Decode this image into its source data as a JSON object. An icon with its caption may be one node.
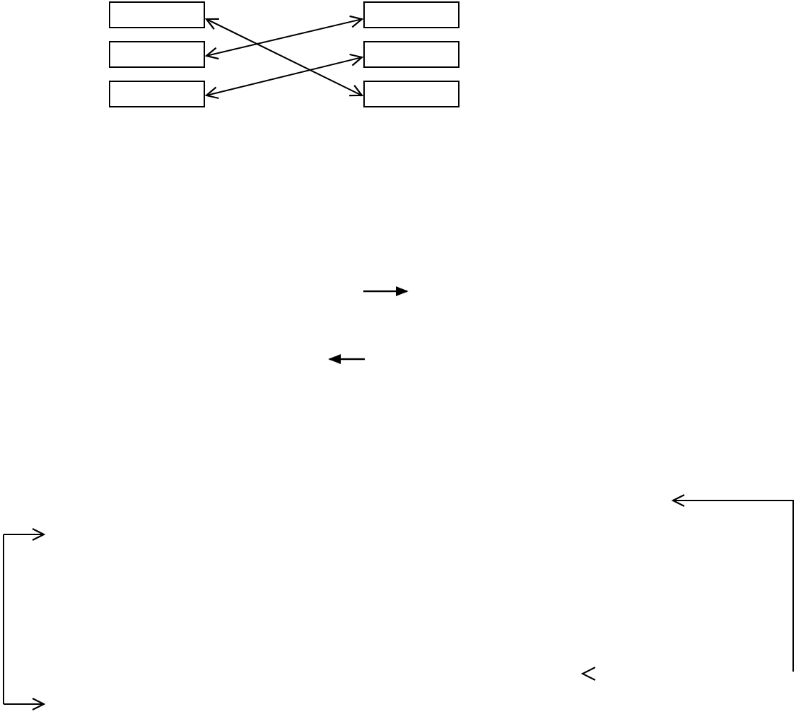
{
  "diagram": {
    "nodes": [
      {
        "text": [],
        "shape": "box"
      },
      {
        "text": [],
        "shape": "box"
      },
      {
        "text": [],
        "shape": "box"
      },
      {
        "text": [],
        "shape": "box"
      },
      {
        "text": [],
        "shape": "box"
      },
      {
        "text": [],
        "shape": "box"
      }
    ],
    "edges": [
      {
        "from": 0,
        "to": 5,
        "arrow": "both"
      },
      {
        "from": 1,
        "to": 3,
        "arrow": "both"
      },
      {
        "from": 2,
        "to": 4,
        "arrow": "both"
      }
    ]
  }
}
